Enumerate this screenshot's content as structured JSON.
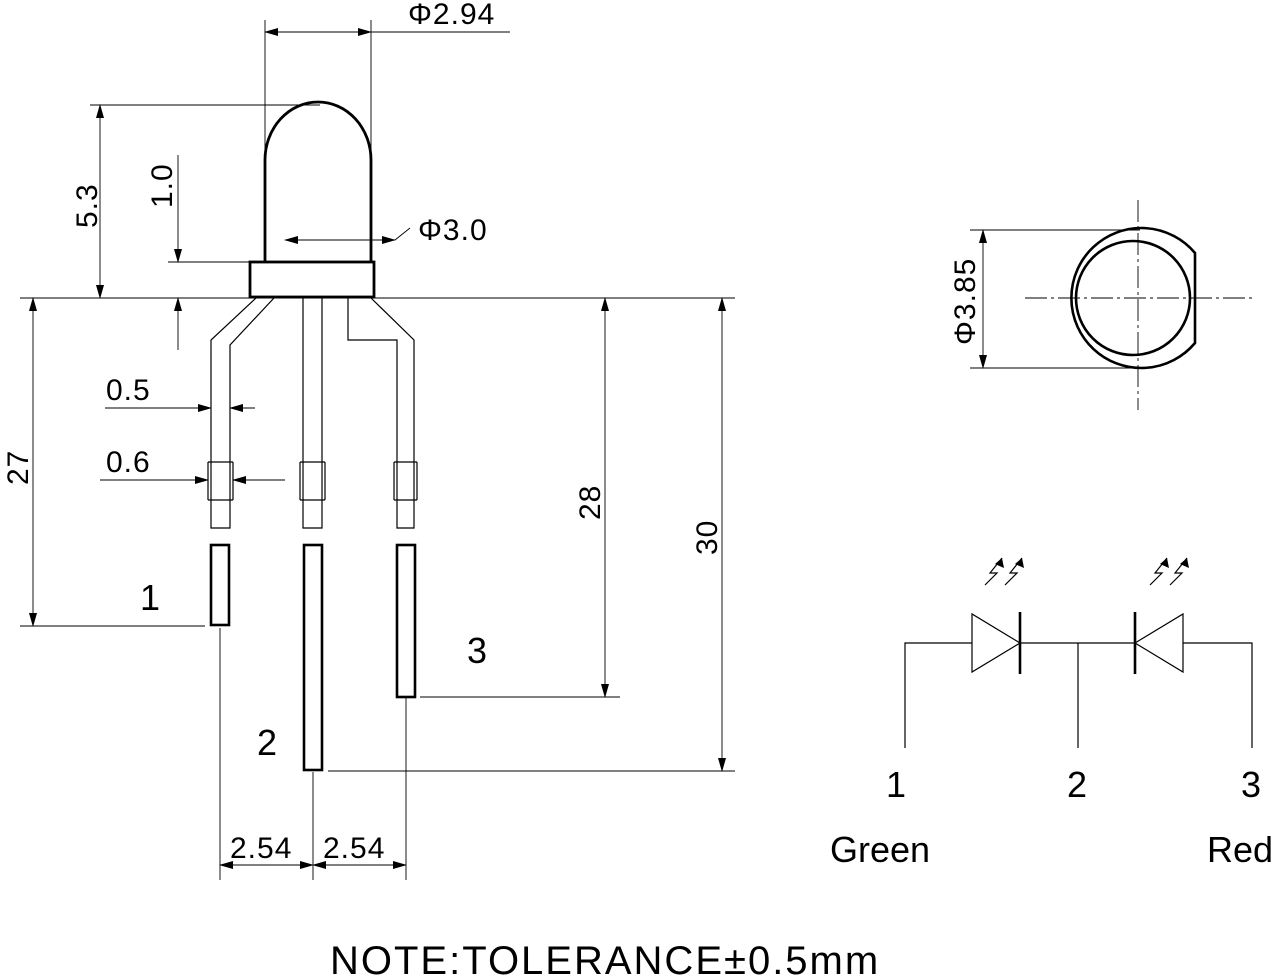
{
  "dimensions": {
    "lens_diameter": "Φ2.94",
    "flange_diameter": "Φ3.0",
    "top_view_diameter": "Φ3.85",
    "body_height": "5.3",
    "flange_height": "1.0",
    "lead_width_a": "0.5",
    "lead_width_b": "0.6",
    "lead1_length": "27",
    "lead3_length": "28",
    "lead2_length": "30",
    "pitch_left": "2.54",
    "pitch_right": "2.54"
  },
  "pins": {
    "pin1": "1",
    "pin2": "2",
    "pin3": "3"
  },
  "schematic": {
    "pin1": "1",
    "pin2": "2",
    "pin3": "3",
    "pin1_color": "Green",
    "pin3_color": "Red"
  },
  "note": "NOTE:TOLERANCE±0.5mm"
}
